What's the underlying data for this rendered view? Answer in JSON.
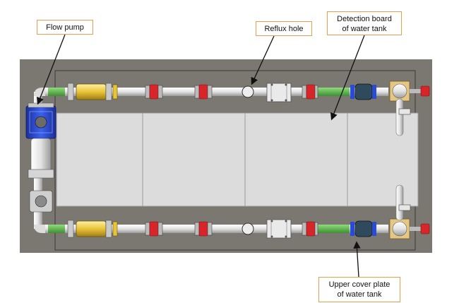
{
  "labels": {
    "flow_pump": "Flow pump",
    "reflux_hole": "Reflux hole",
    "detection_board": [
      "Detection board",
      "of water tank"
    ],
    "upper_cover": [
      "Upper cover plate",
      "of water tank"
    ]
  },
  "colors": {
    "frame": "#7b7771",
    "tank": "#dcdcdc",
    "callout_border": "#e8a050",
    "pipe": "#efefef",
    "pump_blue": "#2a4bd7",
    "valve_red": "#d8252a",
    "filter_yellow": "#e8c43a",
    "pipe_green": "#5ab24a"
  }
}
